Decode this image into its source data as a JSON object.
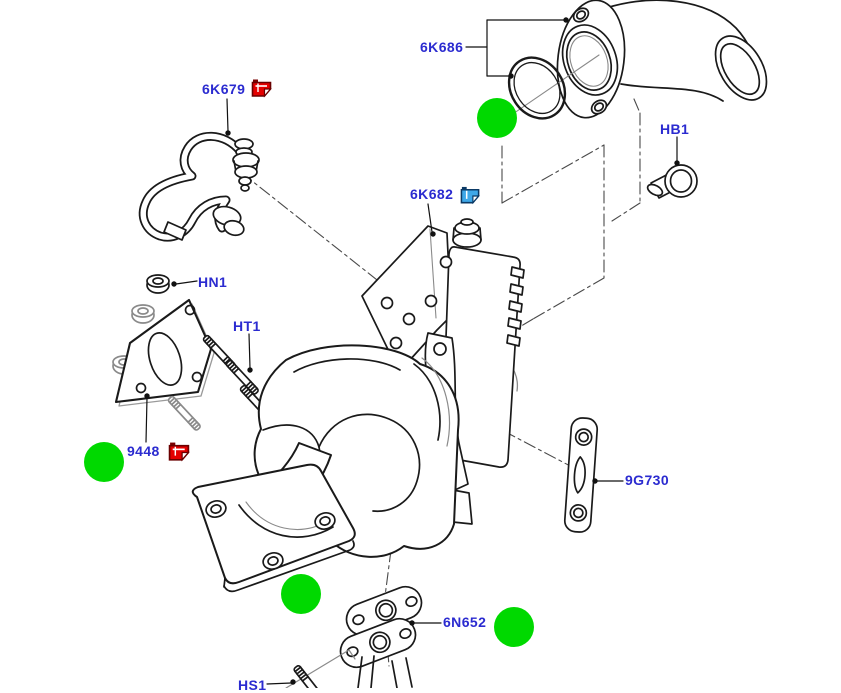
{
  "diagram": {
    "labels": {
      "k6K679": "6K679",
      "k6K686": "6K686",
      "kHB1": "HB1",
      "k6K682": "6K682",
      "kHN1": "HN1",
      "kHT1": "HT1",
      "k9448": "9448",
      "k9G730": "9G730",
      "k6N652": "6N652",
      "kHS1": "HS1"
    },
    "icons": {
      "red_service_flag": {
        "name": "service-flag-red-icon",
        "color": "#e40000"
      },
      "blue_service_flag": {
        "name": "service-flag-blue-icon",
        "color": "#3fa8e8"
      },
      "green_hotspot": {
        "name": "hotspot-marker",
        "color": "#00d900"
      }
    },
    "colors": {
      "label_text": "#2b2bd0",
      "line_art": "#1a1a1a",
      "marker_green": "#00d900"
    }
  }
}
